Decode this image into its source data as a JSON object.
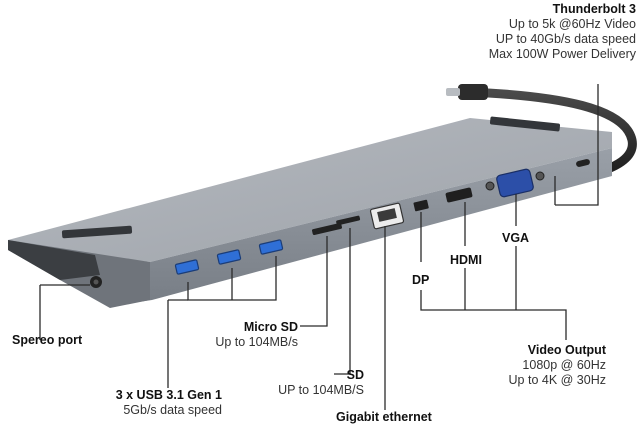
{
  "thunderbolt": {
    "title": "Thunderbolt 3",
    "lines": [
      "Up to 5k @60Hz Video",
      "UP to 40Gb/s data speed",
      "Max 100W Power Delivery"
    ]
  },
  "stereo": {
    "title": "Spereo port"
  },
  "usb": {
    "title": "3 x USB 3.1 Gen 1",
    "sub": "5Gb/s data speed"
  },
  "microsd": {
    "title": "Micro SD",
    "sub": "Up to 104MB/s"
  },
  "sd": {
    "title": "SD",
    "sub": "UP to 104MB/S"
  },
  "ethernet": {
    "title": "Gigabit ethernet"
  },
  "dp": {
    "title": "DP"
  },
  "hdmi": {
    "title": "HDMI"
  },
  "vga": {
    "title": "VGA"
  },
  "video_output": {
    "title": "Video Output",
    "lines": [
      "1080p @ 60Hz",
      "Up to 4K @ 30Hz"
    ]
  },
  "colors": {
    "body_top": "#a4a9b0",
    "body_front": "#8c9199",
    "port_blue": "#2f6fd6",
    "line": "#2b2b2b"
  }
}
